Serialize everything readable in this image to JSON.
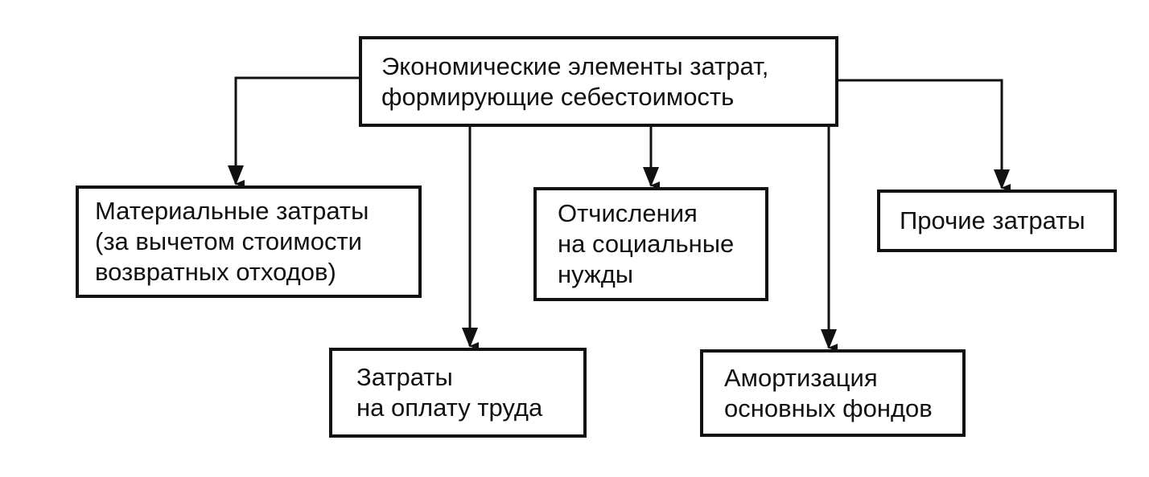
{
  "root": {
    "label": "Экономические элементы затрат,\nформирующие себестоимость"
  },
  "elements": {
    "material": "Материальные затраты\n(за вычетом стоимости\nвозвратных отходов)",
    "labor": "Затраты\nна оплату труда",
    "social": "Отчисления\nна социальные\nнужды",
    "amortization": "Амортизация\nосновных фондов",
    "other": "Прочие затраты"
  },
  "colors": {
    "stroke": "#111111",
    "background": "#ffffff"
  }
}
